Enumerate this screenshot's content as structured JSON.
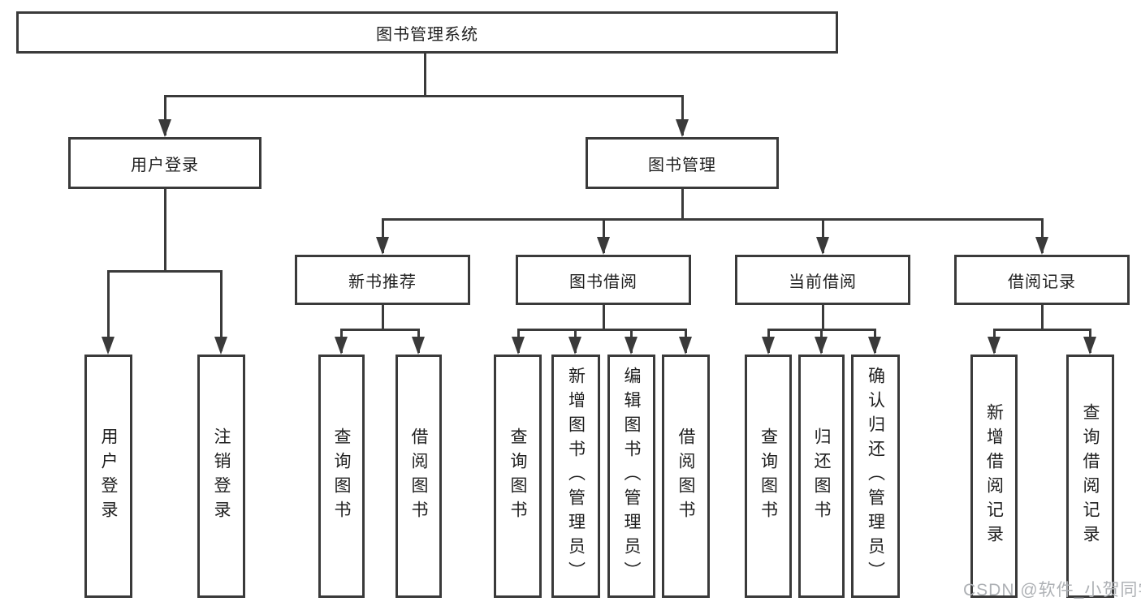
{
  "diagram": {
    "root": {
      "label": "图书管理系统"
    },
    "level2": [
      {
        "label": "用户登录",
        "children": [
          {
            "label": "用户登录"
          },
          {
            "label": "注销登录"
          }
        ]
      },
      {
        "label": "图书管理",
        "children": [
          {
            "label": "新书推荐",
            "children": [
              {
                "label": "查询图书"
              },
              {
                "label": "借阅图书"
              }
            ]
          },
          {
            "label": "图书借阅",
            "children": [
              {
                "label": "查询图书"
              },
              {
                "label": "新增图书（管理员）"
              },
              {
                "label": "编辑图书（管理员）"
              },
              {
                "label": "借阅图书"
              }
            ]
          },
          {
            "label": "当前借阅",
            "children": [
              {
                "label": "查询图书"
              },
              {
                "label": "归还图书"
              },
              {
                "label": "确认归还（管理员）"
              }
            ]
          },
          {
            "label": "借阅记录",
            "children": [
              {
                "label": "新增借阅记录"
              },
              {
                "label": "查询借阅记录"
              }
            ]
          }
        ]
      }
    ]
  },
  "watermark": {
    "text": "CSDN @软件_小贺同学"
  },
  "colors": {
    "line": "#3a3a3a",
    "text": "#1f1f1f",
    "watermark": "#aeb1b5",
    "background": "#ffffff"
  }
}
